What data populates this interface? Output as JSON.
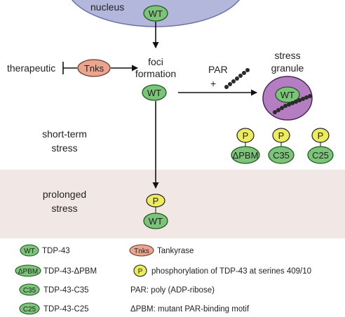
{
  "diagram": {
    "nucleus_label": "nucleus",
    "therapeutic_label": "therapeutic",
    "tnks_label": "Tnks",
    "foci_label_line1": "foci",
    "foci_label_line2": "formation",
    "par_label": "PAR",
    "plus_label": "+",
    "stress_granule_line1": "stress",
    "stress_granule_line2": "granule",
    "short_term_line1": "short-term",
    "short_term_line2": "stress",
    "prolonged_line1": "prolonged",
    "prolonged_line2": "stress",
    "wt_label": "WT",
    "p_label": "P",
    "dpbm_label": "ΔPBM",
    "c35_label": "C35",
    "c25_label": "C25"
  },
  "legend": {
    "wt_badge": "WT",
    "wt_text": "TDP-43",
    "dpbm_badge": "ΔPBM",
    "dpbm_text": "TDP-43-ΔPBM",
    "c35_badge": "C35",
    "c35_text": "TDP-43-C35",
    "c25_badge": "C25",
    "c25_text": "TDP-43-C25",
    "tnks_badge": "Tnks",
    "tnks_text": "Tankyrase",
    "p_badge": "P",
    "p_text": "phosphorylation of TDP-43 at serines 409/10",
    "par_text": "PAR: poly (ADP-ribose)",
    "dpbm_def": "ΔPBM: mutant PAR-binding motif"
  },
  "colors": {
    "green": "#7cc47a",
    "yellow": "#ecec5c",
    "salmon": "#e9a58f",
    "nucleus": "#b3b7dc",
    "granule": "#b57ec2",
    "prolonged_bg": "#f1e7e5"
  }
}
